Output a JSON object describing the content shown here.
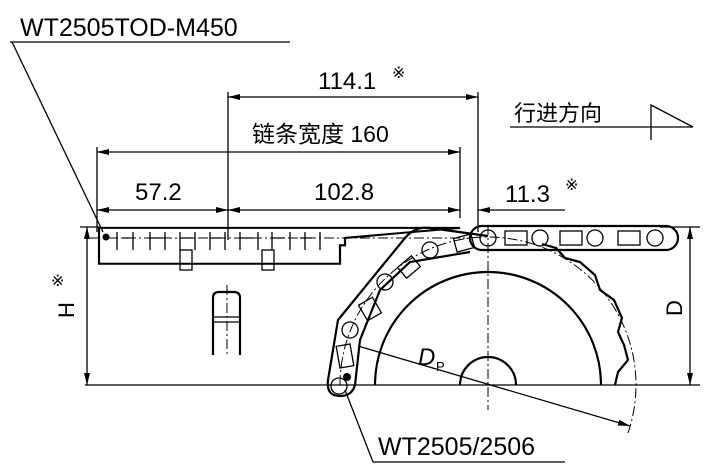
{
  "labels": {
    "top_model": "WT2505TOD-M450",
    "bottom_model": "WT2505/2506",
    "direction": "行进方向",
    "chain_width": "链条宽度 160",
    "dim_114": "114.1",
    "dim_57": "57.2",
    "dim_102": "102.8",
    "dim_11": "11.3",
    "mark": "※",
    "H": "H",
    "D": "D",
    "Dp_main": "D",
    "Dp_sub": "P"
  },
  "colors": {
    "line": "#000000",
    "background": "#ffffff"
  }
}
